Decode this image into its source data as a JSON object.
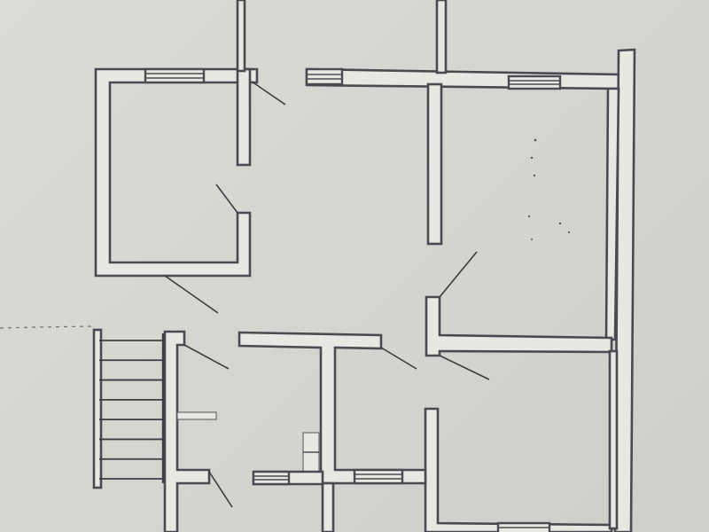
{
  "plan": {
    "paper_color": "#dcdbd6",
    "wall_color": "#4a4a52",
    "wall_fill": "#e8e7e2",
    "rooms": [
      {
        "id": "upper-left-room"
      },
      {
        "id": "upper-right-room"
      },
      {
        "id": "lower-right-room"
      },
      {
        "id": "central-corridor"
      },
      {
        "id": "small-center-room"
      },
      {
        "id": "lower-left-closet"
      },
      {
        "id": "staircase"
      }
    ],
    "windows": [
      {
        "id": "window-top-left"
      },
      {
        "id": "window-top-center"
      },
      {
        "id": "window-top-right"
      },
      {
        "id": "window-bottom-left"
      },
      {
        "id": "window-bottom-center"
      },
      {
        "id": "window-bottom-right"
      }
    ],
    "doors": [
      {
        "id": "door-upper-left-top"
      },
      {
        "id": "door-upper-left-side"
      },
      {
        "id": "door-upper-left-bottom"
      },
      {
        "id": "door-upper-right"
      },
      {
        "id": "door-center-room"
      },
      {
        "id": "door-lower-right"
      },
      {
        "id": "door-closet-top"
      },
      {
        "id": "door-closet-bottom"
      }
    ],
    "stair_treads": 8
  }
}
